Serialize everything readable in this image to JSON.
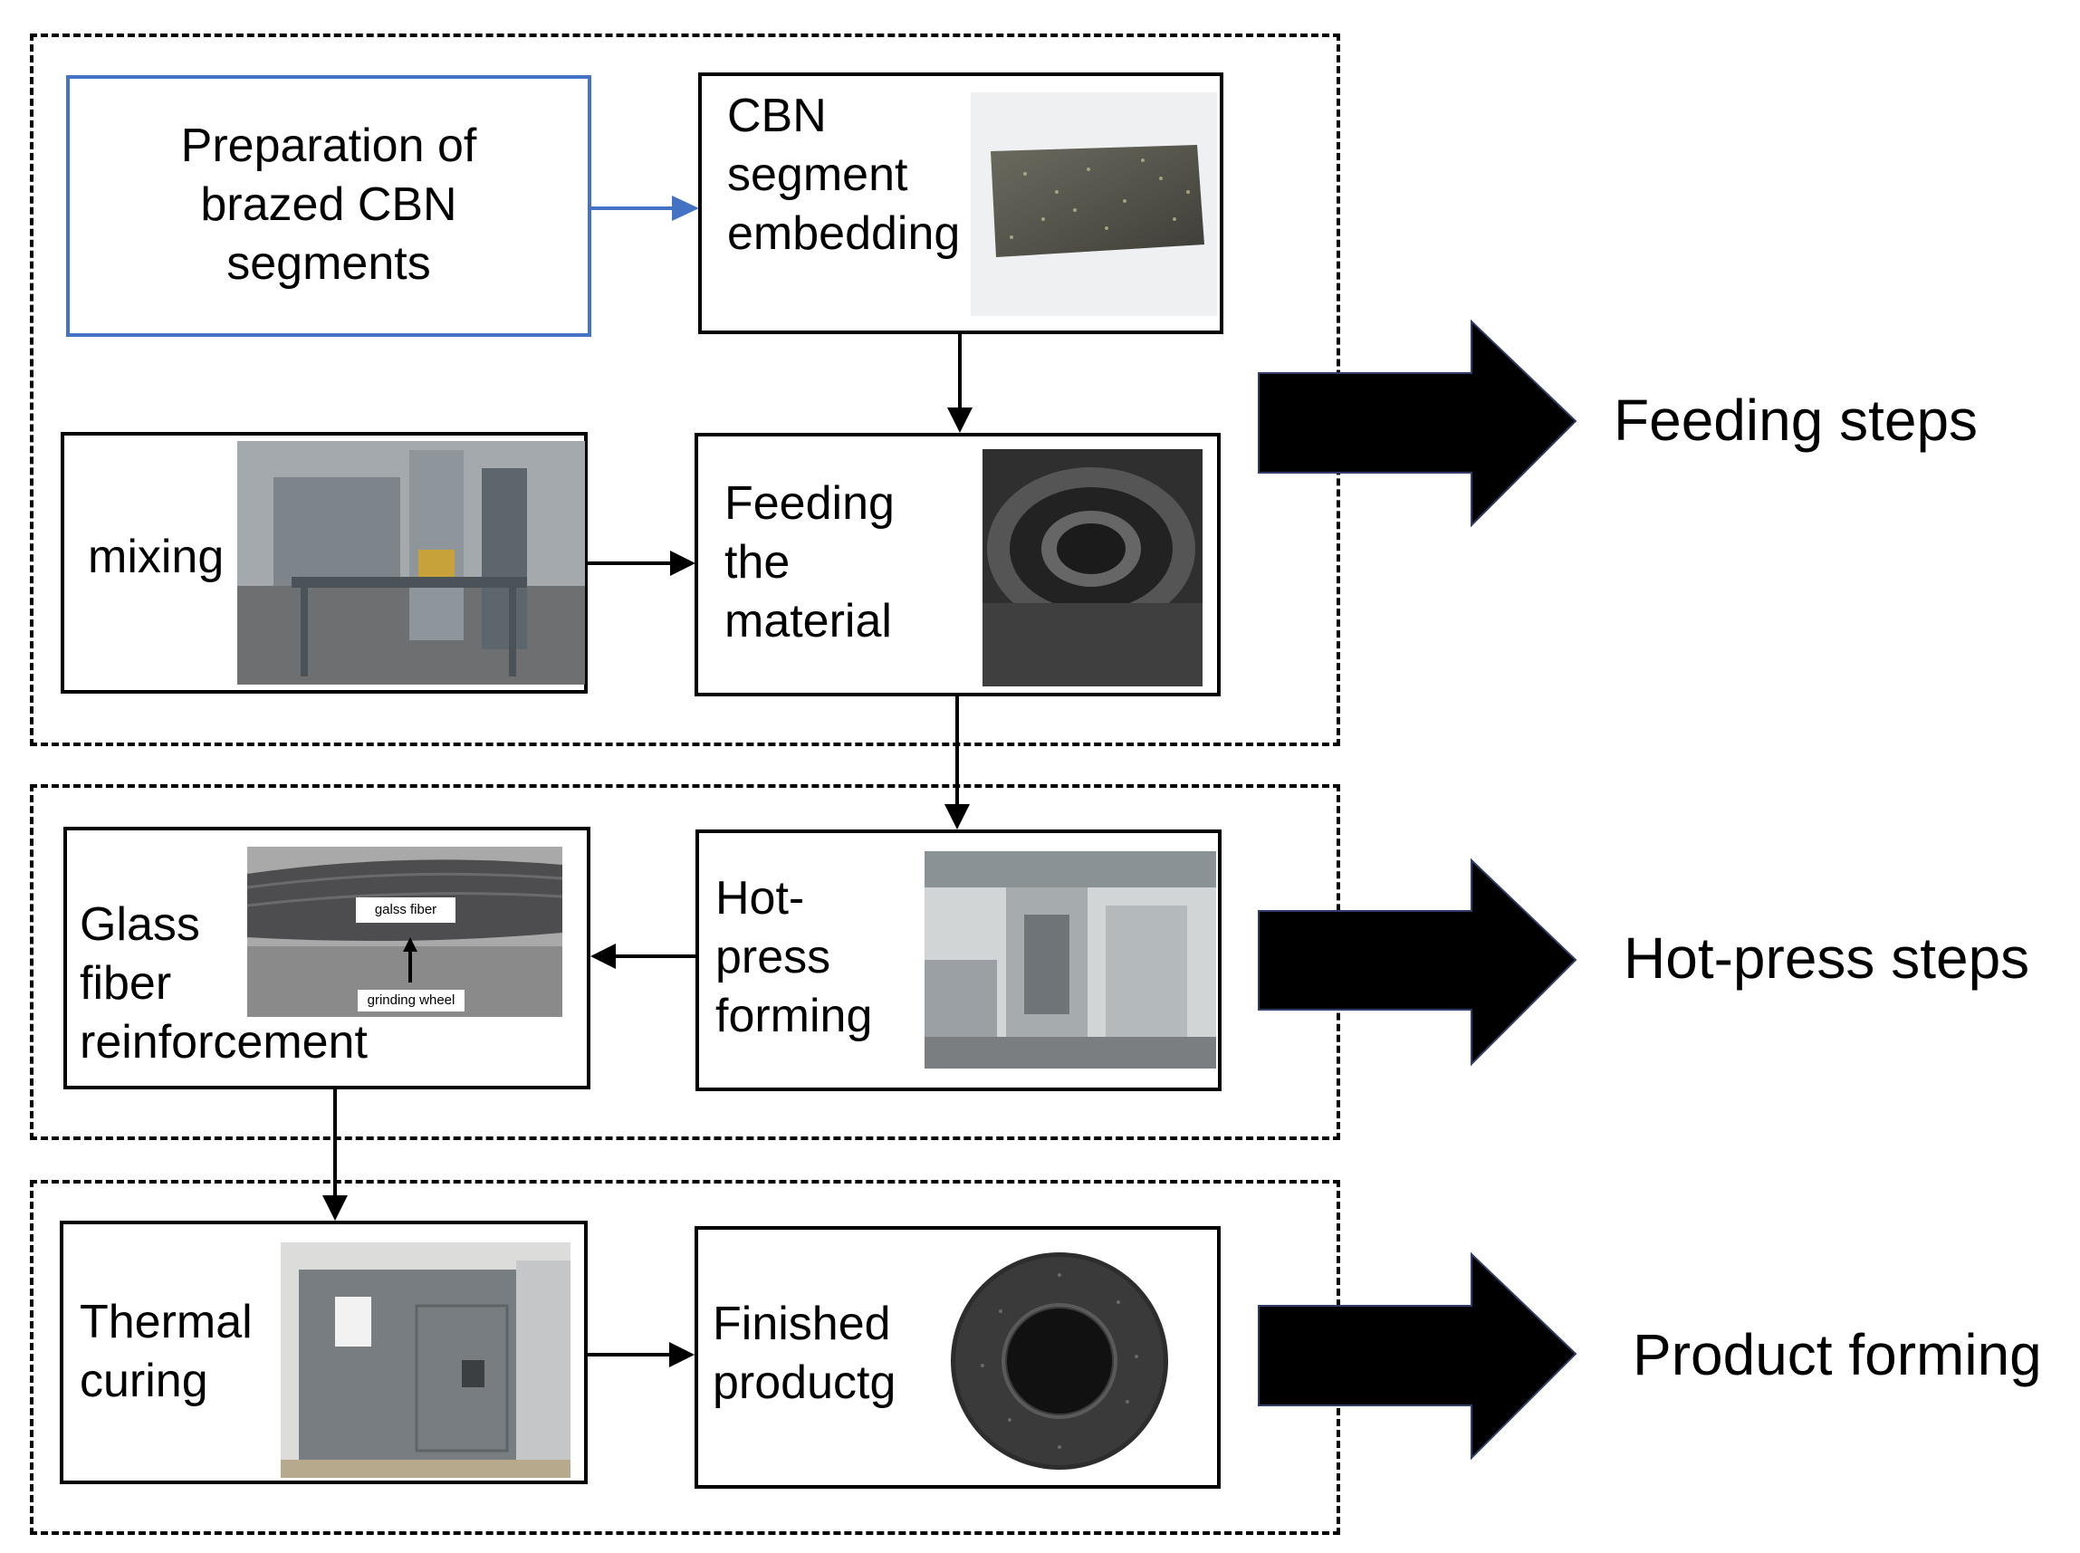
{
  "steps": {
    "brazed": {
      "lines": [
        "Preparation of",
        "brazed CBN",
        "segments"
      ]
    },
    "cbn": {
      "lines": [
        "CBN",
        "segment",
        "embedding"
      ]
    },
    "mixing": {
      "lines": [
        "mixing"
      ]
    },
    "feeding": {
      "lines": [
        "Feeding",
        "the",
        "material"
      ]
    },
    "hotpress": {
      "lines": [
        "Hot-",
        "press",
        "forming"
      ]
    },
    "glass": {
      "lines": [
        "Glass",
        "fiber",
        "reinforcement"
      ]
    },
    "thermal": {
      "lines": [
        "Thermal",
        "curing"
      ]
    },
    "finished": {
      "lines": [
        "Finished",
        "productg"
      ]
    }
  },
  "photo_labels": {
    "glass_fiber": "galss fiber",
    "grinding_wheel": "grinding wheel"
  },
  "stages": {
    "feeding": "Feeding steps",
    "hotpress": "Hot-press steps",
    "product": "Product forming"
  },
  "colors": {
    "blue_border": "#4472c4",
    "blue_arrow": "#4472c4",
    "black": "#000000"
  }
}
